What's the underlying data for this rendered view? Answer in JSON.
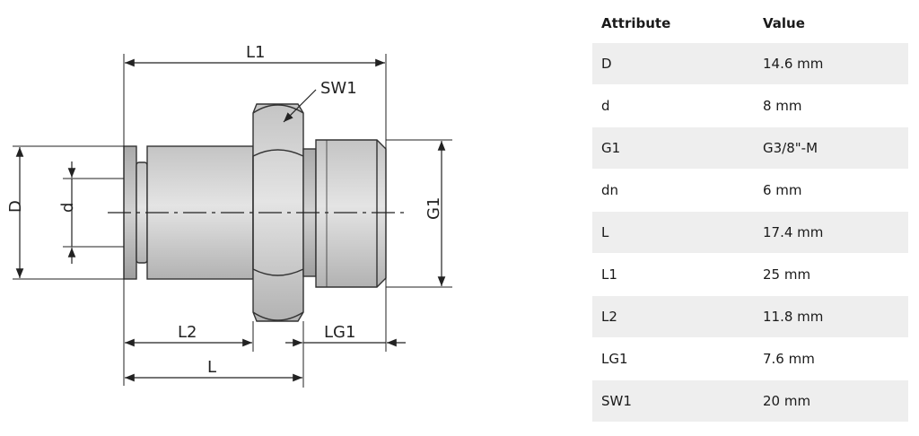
{
  "drawing": {
    "labels": {
      "L1": "L1",
      "SW1": "SW1",
      "D": "D",
      "d": "d",
      "G1": "G1",
      "L2": "L2",
      "LG1": "LG1",
      "L": "L"
    }
  },
  "table": {
    "headers": {
      "attribute": "Attribute",
      "value": "Value"
    },
    "rows": [
      {
        "attribute": "D",
        "value": "14.6 mm"
      },
      {
        "attribute": "d",
        "value": "8 mm"
      },
      {
        "attribute": "G1",
        "value": "G3/8\"-M"
      },
      {
        "attribute": "dn",
        "value": "6 mm"
      },
      {
        "attribute": "L",
        "value": "17.4 mm"
      },
      {
        "attribute": "L1",
        "value": "25 mm"
      },
      {
        "attribute": "L2",
        "value": "11.8 mm"
      },
      {
        "attribute": "LG1",
        "value": "7.6 mm"
      },
      {
        "attribute": "SW1",
        "value": "20 mm"
      }
    ]
  }
}
